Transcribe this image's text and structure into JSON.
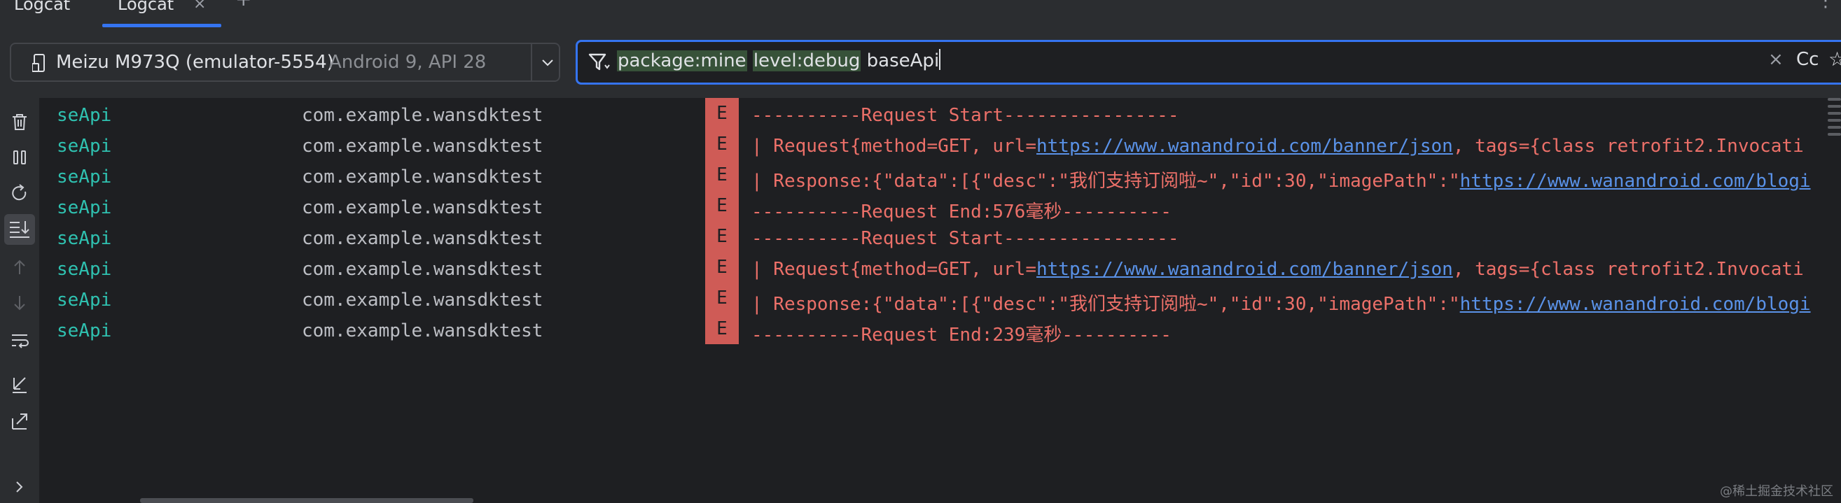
{
  "tabs": [
    {
      "label": "Logcat"
    },
    {
      "label": "Logcat",
      "close": "×"
    }
  ],
  "tab_add": "+",
  "tab_menu": "⋮",
  "device": {
    "name": "Meizu M973Q (emulator-5554)",
    "api": "Android 9, API 28"
  },
  "filter": {
    "token_package": "package:mine",
    "token_level": "level:debug",
    "term": "baseApi",
    "clear": "×",
    "case_toggle": "Cc",
    "favorite": "☆"
  },
  "gutter_icons": [
    "trash-icon",
    "pause-icon",
    "restart-icon",
    "scroll-to-end-icon",
    "arrow-up-icon",
    "arrow-down-icon",
    "soft-wrap-icon",
    "collapse-icon",
    "expand-icon",
    "chevron-right-icon"
  ],
  "log_rows": [
    {
      "tag": "seApi",
      "package": "com.example.wansdktest",
      "level": "E",
      "msg": "----------Request Start----------------",
      "link": "",
      "tail": ""
    },
    {
      "tag": "seApi",
      "package": "com.example.wansdktest",
      "level": "E",
      "msg": "| Request{method=GET, url=",
      "link": "https://www.wanandroid.com/banner/json",
      "tail": ", tags={class retrofit2.Invocati"
    },
    {
      "tag": "seApi",
      "package": "com.example.wansdktest",
      "level": "E",
      "msg": "| Response:{\"data\":[{\"desc\":\"我们支持订阅啦~\",\"id\":30,\"imagePath\":\"",
      "link": "https://www.wanandroid.com/blogi",
      "tail": ""
    },
    {
      "tag": "seApi",
      "package": "com.example.wansdktest",
      "level": "E",
      "msg": "----------Request End:576毫秒----------",
      "link": "",
      "tail": ""
    },
    {
      "tag": "seApi",
      "package": "com.example.wansdktest",
      "level": "E",
      "msg": "----------Request Start----------------",
      "link": "",
      "tail": ""
    },
    {
      "tag": "seApi",
      "package": "com.example.wansdktest",
      "level": "E",
      "msg": "| Request{method=GET, url=",
      "link": "https://www.wanandroid.com/banner/json",
      "tail": ", tags={class retrofit2.Invocati"
    },
    {
      "tag": "seApi",
      "package": "com.example.wansdktest",
      "level": "E",
      "msg": "| Response:{\"data\":[{\"desc\":\"我们支持订阅啦~\",\"id\":30,\"imagePath\":\"",
      "link": "https://www.wanandroid.com/blogi",
      "tail": ""
    },
    {
      "tag": "seApi",
      "package": "com.example.wansdktest",
      "level": "E",
      "msg": "----------Request End:239毫秒----------",
      "link": "",
      "tail": ""
    }
  ],
  "watermark": "@稀土掘金技术社区",
  "colors": {
    "accent": "#3574f0",
    "tag": "#2fc1b0",
    "error_level_bg": "#cf5b56",
    "error_text": "#ec7069",
    "link": "#5a92e8",
    "filter_highlight": "#375239"
  }
}
